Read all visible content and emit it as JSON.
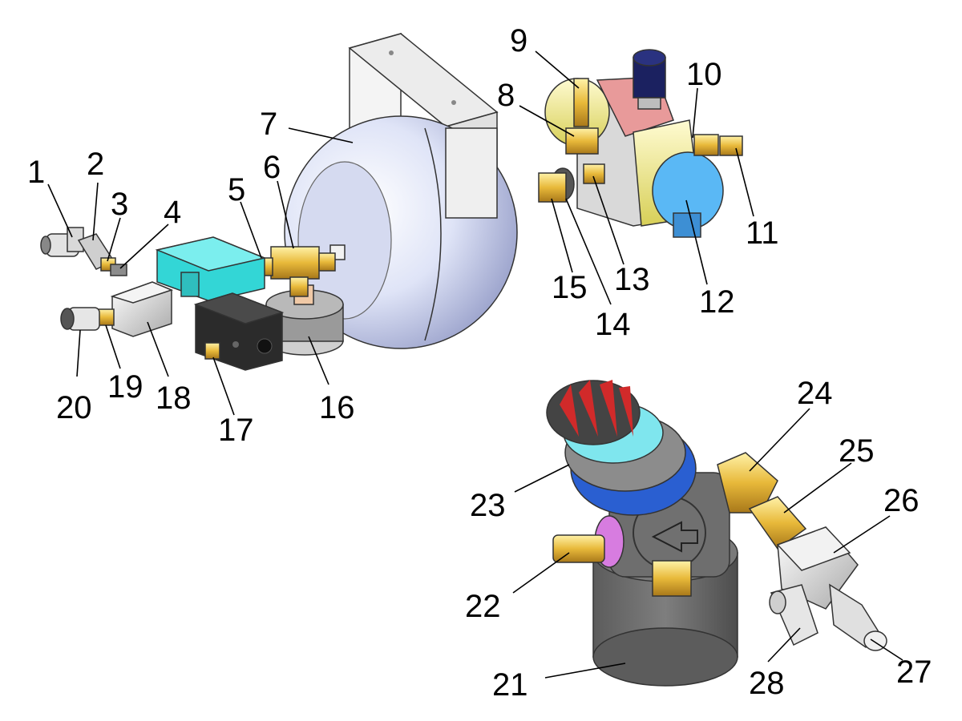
{
  "labels": {
    "l1": "1",
    "l2": "2",
    "l3": "3",
    "l4": "4",
    "l5": "5",
    "l6": "6",
    "l7": "7",
    "l8": "8",
    "l9": "9",
    "l10": "10",
    "l11": "11",
    "l12": "12",
    "l13": "13",
    "l14": "14",
    "l15": "15",
    "l16": "16",
    "l17": "17",
    "l18": "18",
    "l19": "19",
    "l20": "20",
    "l21": "21",
    "l22": "22",
    "l23": "23",
    "l24": "24",
    "l25": "25",
    "l26": "26",
    "l27": "27",
    "l28": "28"
  },
  "colors": {
    "brass": "#e8c24a",
    "cyan": "#33d6d6",
    "tank": "#dde3f7",
    "dark": "#2b2b2b",
    "grey": "#9a9a9a",
    "light_grey": "#d7d7d7",
    "yellow": "#f2ee8a",
    "pink": "#e89a9a",
    "blue_cap": "#5ab8f5",
    "knob_navy": "#1b2160",
    "knob_red": "#d12a2a",
    "ring_cyan": "#7fe6ee",
    "ring_blue": "#2a5fd1",
    "violet": "#d77ce0"
  }
}
